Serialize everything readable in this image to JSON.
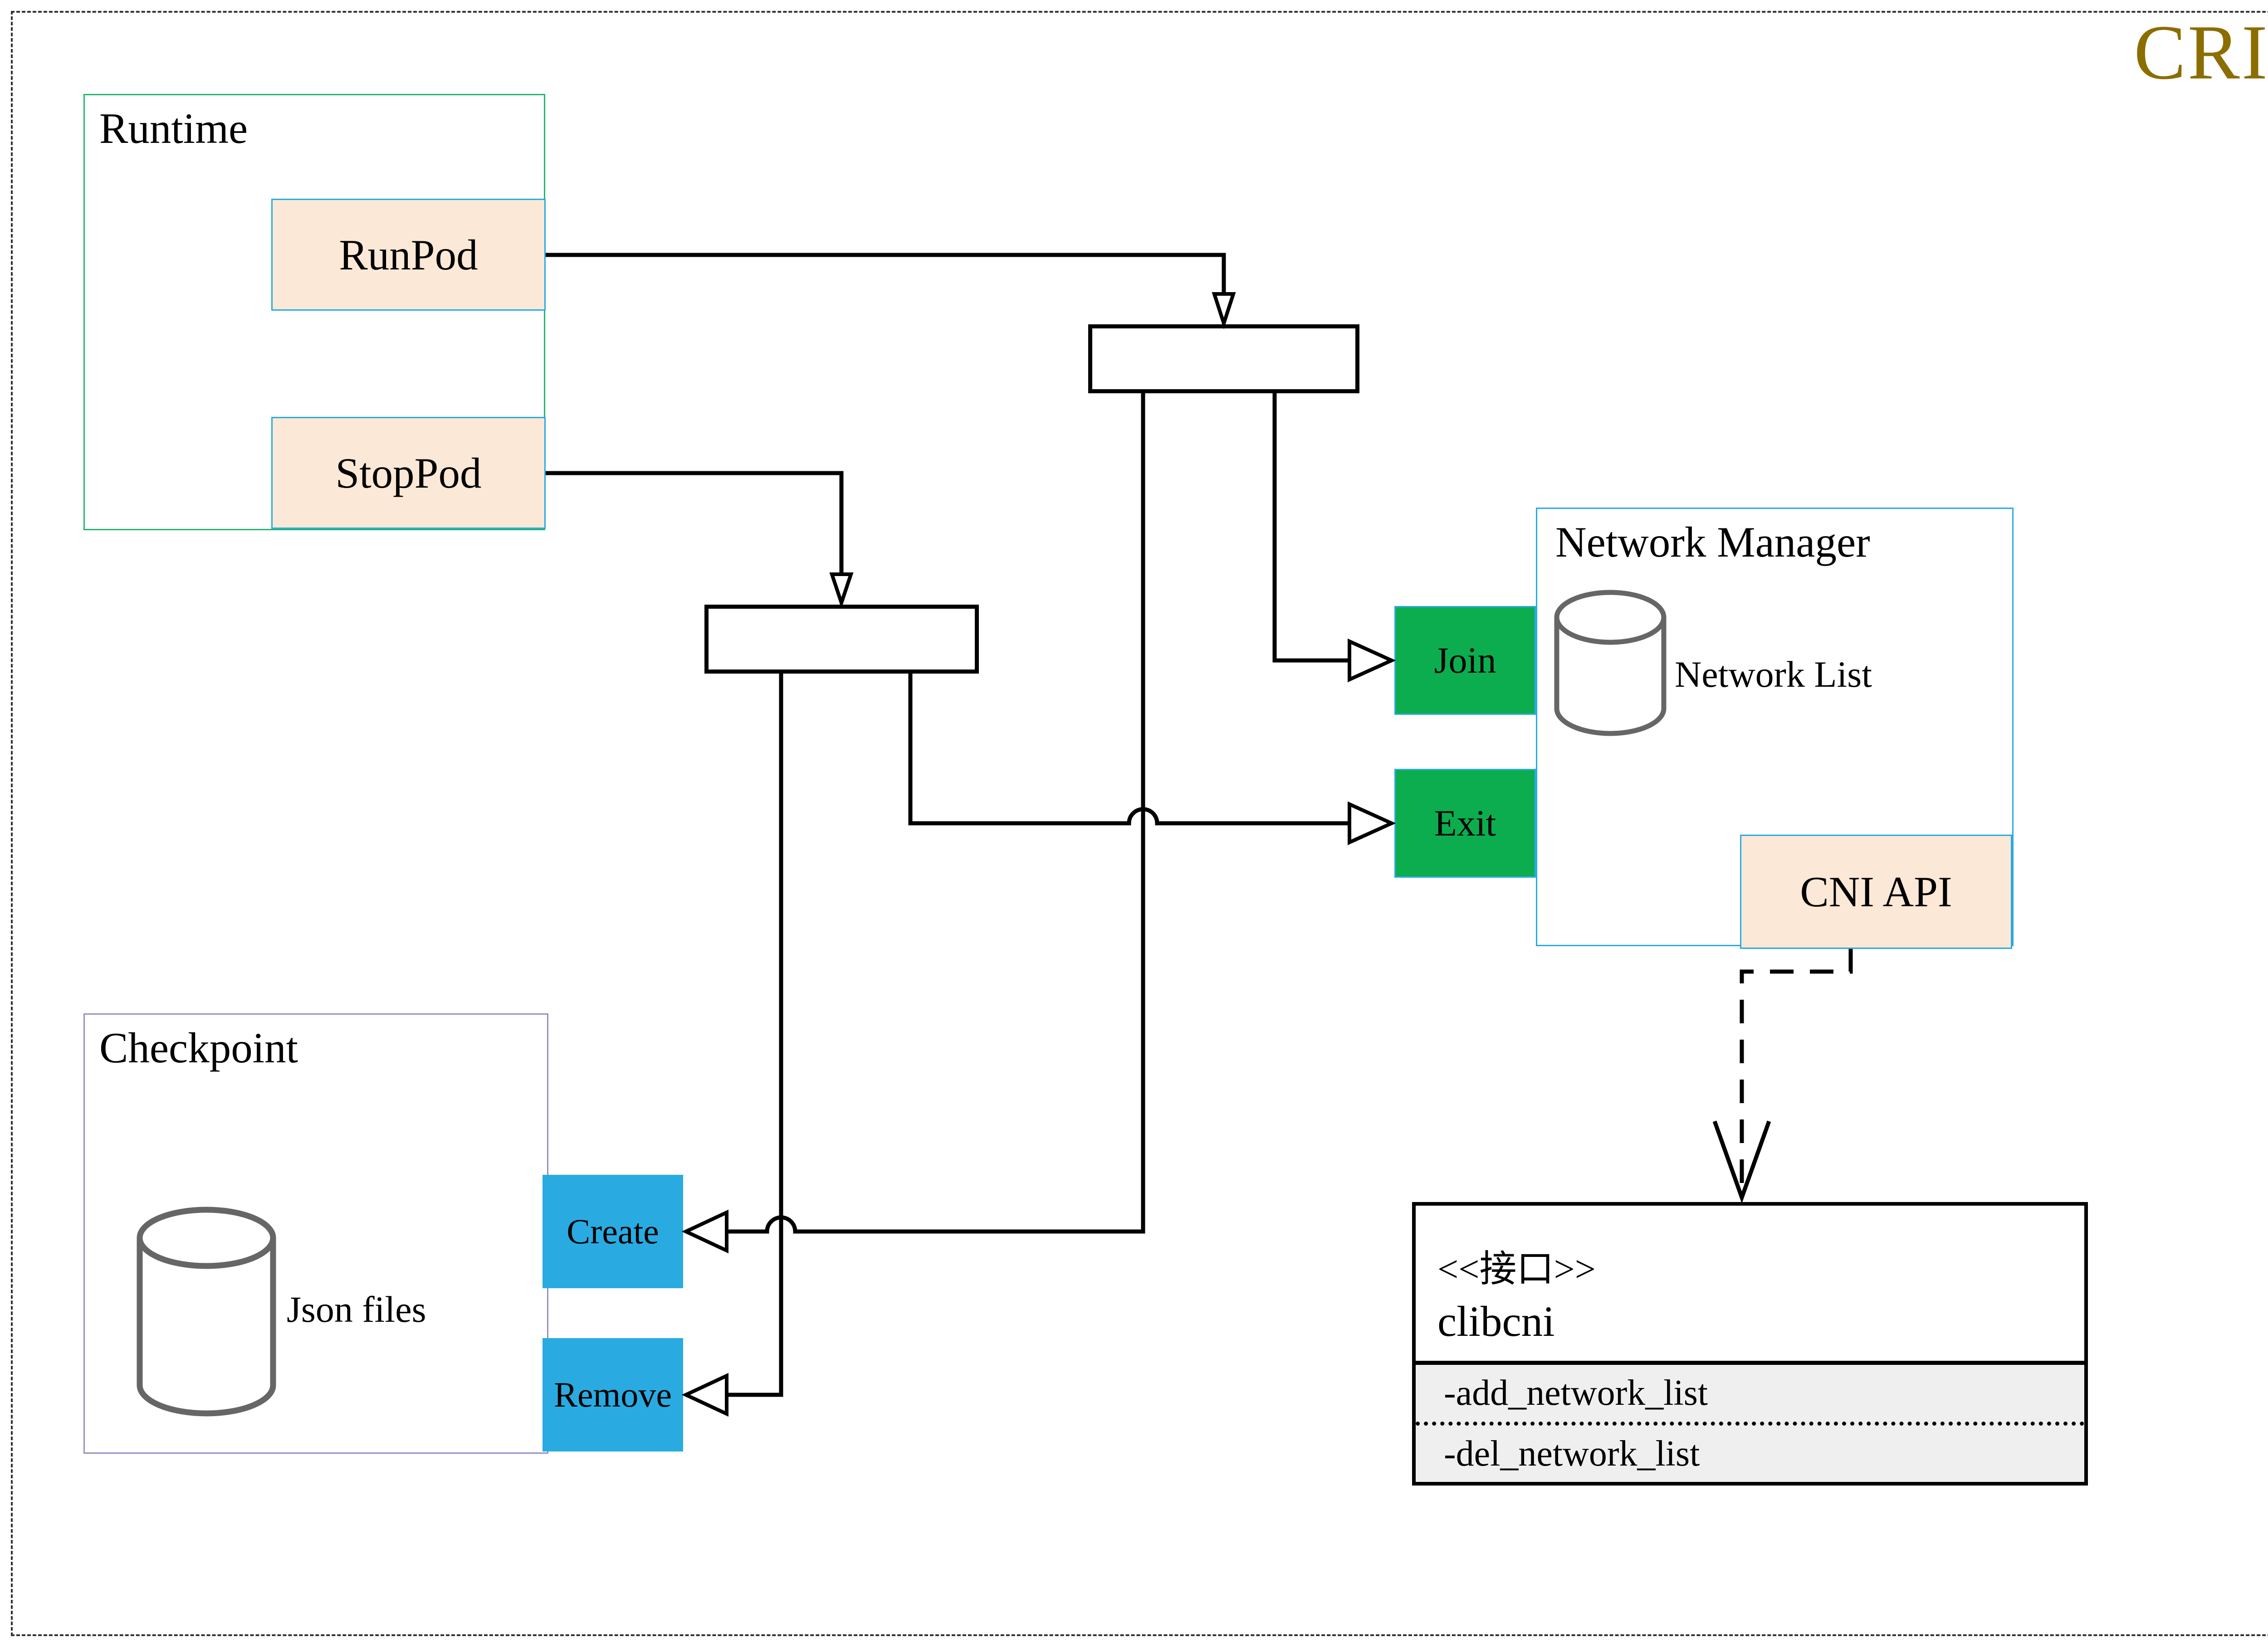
{
  "badge": {
    "label": "CRI"
  },
  "runtime": {
    "title": "Runtime",
    "runpod_label": "RunPod",
    "stoppod_label": "StopPod"
  },
  "network_manager": {
    "title": "Network Manager",
    "join_label": "Join",
    "exit_label": "Exit",
    "network_list_label": "Network List",
    "cni_api_label": "CNI API"
  },
  "checkpoint": {
    "title": "Checkpoint",
    "json_files_label": "Json files",
    "create_label": "Create",
    "remove_label": "Remove"
  },
  "interface_box": {
    "stereotype": "<<接口>>",
    "name": "clibcni",
    "methods": [
      "-add_network_list",
      "-del_network_list"
    ]
  },
  "colors": {
    "cri_gold": "#8C6D00",
    "accent_blue_border": "#29ABE2",
    "green_fill": "#0CAD4E",
    "peach_fill": "#FBE8D6",
    "blue_fill": "#29ABE2",
    "runtime_border": "#22B573",
    "checkpoint_border": "#9A8EC4",
    "interface_section_fill": "#EFEFEF",
    "cylinder_stroke": "#666666",
    "outer_dash_border": "#333333"
  }
}
